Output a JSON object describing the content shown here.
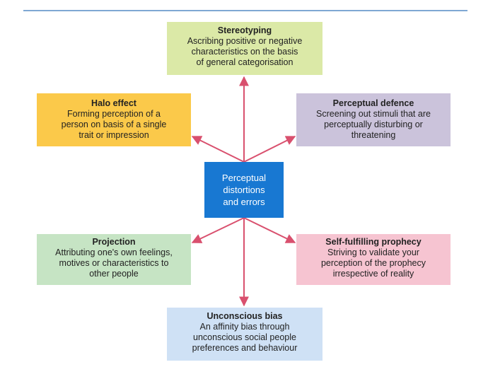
{
  "center": {
    "lines": [
      "Perceptual",
      "distortions",
      "and errors"
    ]
  },
  "nodes": {
    "stereotyping": {
      "title": "Stereotyping",
      "lines": [
        "Ascribing positive or negative",
        "characteristics on the basis",
        "of general categorisation"
      ]
    },
    "halo_effect": {
      "title": "Halo effect",
      "lines": [
        "Forming perception of a",
        "person on basis of a single",
        "trait or impression"
      ]
    },
    "perceptual_defence": {
      "title": "Perceptual defence",
      "lines": [
        "Screening out stimuli that are",
        "perceptually disturbing or",
        "threatening"
      ]
    },
    "projection": {
      "title": "Projection",
      "lines": [
        "Attributing one's own feelings,",
        "motives or characteristics to",
        "other people"
      ]
    },
    "self_fulfilling_prophecy": {
      "title": "Self-fulfilling prophecy",
      "lines": [
        "Striving to validate your",
        "perception of the prophecy",
        "irrespective of reality"
      ]
    },
    "unconscious_bias": {
      "title": "Unconscious bias",
      "lines": [
        "An affinity bias through",
        "unconscious social people",
        "preferences and behaviour"
      ]
    }
  },
  "colors": {
    "arrow": "#d9506e",
    "center_fill": "#1878d2",
    "stereotyping_fill": "#dbe9a7",
    "halo_fill": "#fbc94a",
    "defence_fill": "#cbc3db",
    "projection_fill": "#c6e4c4",
    "self_fulfilling_fill": "#f6c4d1",
    "unconscious_fill": "#cfe1f5"
  }
}
